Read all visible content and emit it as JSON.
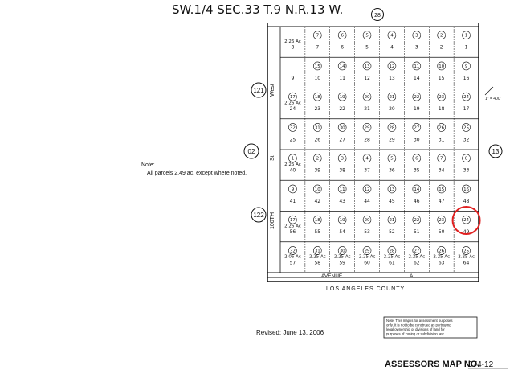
{
  "title": "SW.1/4 SEC.33 T.9 N.R.13 W.",
  "section_number": "28",
  "west_label": "West",
  "street_label": "St",
  "avenue_name": "AVENUE",
  "avenue_letter": "A",
  "county": "LOS ANGELES COUNTY",
  "road_121": "121",
  "road_122": "122",
  "road_02": "02",
  "road_13": "13",
  "street_100th": "100TH",
  "note_title": "Note:",
  "note_body": "All parcels 2.49 ac. except where noted.",
  "scale": "1\" = 400'",
  "revised": "Revised: June 13, 2006",
  "disclaimer_lines": [
    "Note: This map is for assessment purposes",
    "only. It is not to be construed as portraying",
    "legal ownership or divisions of land for",
    "purposes of zoning or subdivision law."
  ],
  "assessors_label": "ASSESSORS MAP NO.",
  "map_number": "374-12",
  "highlight_color": "#e02020",
  "grid_rows": [
    {
      "circles": [
        "7",
        "6",
        "5",
        "4",
        "3",
        "2",
        "1"
      ],
      "numbers": [
        "8",
        "7",
        "6",
        "5",
        "4",
        "3",
        "2",
        "1"
      ],
      "acreage": [
        "2.26 Ac"
      ]
    },
    {
      "circles": [
        "15",
        "14",
        "13",
        "12",
        "11",
        "10",
        "9"
      ],
      "numbers": [
        "9",
        "10",
        "11",
        "12",
        "13",
        "14",
        "15",
        "16"
      ],
      "acreage": []
    },
    {
      "circles": [
        "17",
        "18",
        "19",
        "20",
        "21",
        "22",
        "23",
        "24"
      ],
      "numbers": [
        "24",
        "23",
        "22",
        "21",
        "20",
        "19",
        "18",
        "17"
      ],
      "acreage": [
        "2.26 Ac"
      ]
    },
    {
      "circles": [
        "32",
        "31",
        "30",
        "29",
        "28",
        "27",
        "26",
        "25"
      ],
      "numbers": [
        "25",
        "26",
        "27",
        "28",
        "29",
        "30",
        "31",
        "32"
      ],
      "acreage": []
    },
    {
      "circles": [
        "1",
        "2",
        "3",
        "4",
        "5",
        "6",
        "7",
        "8"
      ],
      "numbers": [
        "40",
        "39",
        "38",
        "37",
        "36",
        "35",
        "34",
        "33"
      ],
      "acreage": [
        "2.26 Ac"
      ]
    },
    {
      "circles": [
        "9",
        "10",
        "11",
        "12",
        "13",
        "14",
        "15",
        "16"
      ],
      "numbers": [
        "41",
        "42",
        "43",
        "44",
        "45",
        "46",
        "47",
        "48"
      ],
      "acreage": []
    },
    {
      "circles": [
        "17",
        "18",
        "19",
        "20",
        "21",
        "22",
        "23",
        "24"
      ],
      "numbers": [
        "56",
        "55",
        "54",
        "53",
        "52",
        "51",
        "50",
        "49"
      ],
      "acreage": [
        "2.26 Ac"
      ]
    },
    {
      "circles": [
        "32",
        "31",
        "30",
        "29",
        "28",
        "27",
        "26",
        "25"
      ],
      "numbers": [
        "57",
        "58",
        "59",
        "60",
        "61",
        "62",
        "63",
        "64"
      ],
      "acreage": [
        "2.06 Ac",
        "2.25 Ac",
        "2.25 Ac",
        "2.25 Ac",
        "2.25 Ac",
        "2.25 Ac",
        "2.25 Ac",
        "2.25 Ac"
      ]
    }
  ]
}
